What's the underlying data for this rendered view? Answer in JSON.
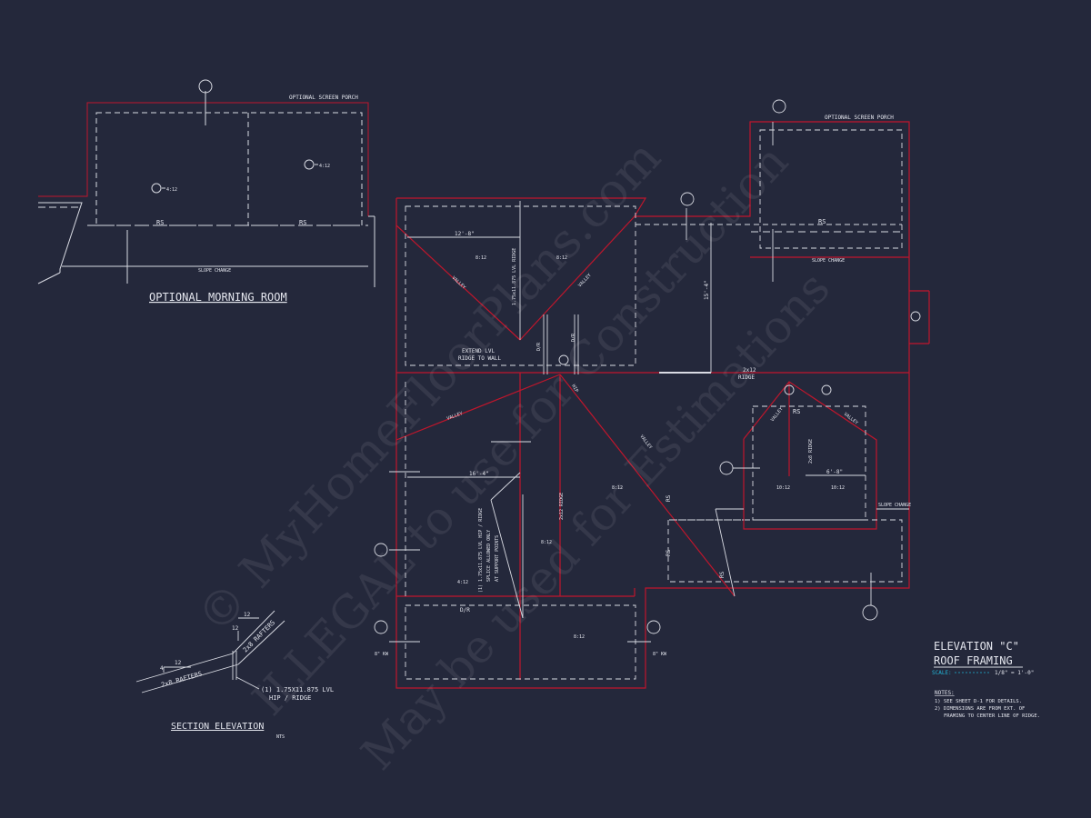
{
  "colors": {
    "background": "#24283b",
    "outline": "#c0162c",
    "linework": "#d9dbe3",
    "scale_accent": "#21b4d6"
  },
  "title_block": {
    "title_line1": "ELEVATION \"C\"",
    "title_line2": "ROOF FRAMING",
    "scale_label": "SCALE:",
    "scale_value": "1/8\" = 1'-0\"",
    "notes_heading": "NOTES:",
    "note1": "1) SEE SHEET D-1 FOR DETAILS.",
    "note2a": "2) DIMENSIONS ARE FROM EXT. OF",
    "note2b": "FRAMING TO CENTER LINE OF RIDGE."
  },
  "morning_room": {
    "title": "OPTIONAL MORNING ROOM",
    "porch_label": "OPTIONAL SCREEN PORCH",
    "rs_left": "RS",
    "rs_right": "RS",
    "slope_change": "SLOPE CHANGE",
    "pitch_left": "4:12",
    "pitch_right": "4:12"
  },
  "main_plan": {
    "porch_label": "OPTIONAL SCREEN PORCH",
    "rs": "RS",
    "slope_change": "SLOPE CHANGE",
    "slope_change_right": "SLOPE CHANGE",
    "dim_12_8": "12'-8\"",
    "dim_15_4": "15'-4\"",
    "dim_16_4": "16'-4\"",
    "dim_6_8": "6'-8\"",
    "ridge_2x12": "2x12",
    "ridge_label": "RIDGE",
    "valley": "VALLEY",
    "lvl_ridge": "1.75x11.875 LVL RIDGE",
    "extend_lvl_1": "EXTEND LVL",
    "extend_lvl_2": "RIDGE TO WALL",
    "lvl_note_1": "(1) 1.75x11.875 LVL HIP / RIDGE",
    "lvl_note_2": "SPLICE ALLOWED ONLY",
    "lvl_note_3": "AT SUPPORT POINTS",
    "ridge_2x12_v": "2x12 RIDGE",
    "ridge_2x8_v": "2x8 RIDGE",
    "dr": "D/R",
    "hip": "HIP",
    "kw_left": "8\" KW",
    "kw_right": "8\" KW",
    "pitch_8_12": "8:12",
    "pitch_4_12": "4:12",
    "pitch_10_12": "10:12"
  },
  "section": {
    "title": "SECTION   ELEVATION",
    "nts": "NTS",
    "rafter_low": "2x8 RAFTERS",
    "rafter_high": "2x8 RAFTERS",
    "pitch_rise_low": "4",
    "pitch_run": "12",
    "pitch_rise_high": "12",
    "pitch_run_high": "12",
    "lvl_1": "(1) 1.75X11.875 LVL",
    "lvl_2": "HIP / RIDGE"
  },
  "watermark": {
    "line1": "© MyHomeFloorPlans.com",
    "line2": "ILLEGAL to use for Construction",
    "line3": "May be used for Estimations"
  }
}
